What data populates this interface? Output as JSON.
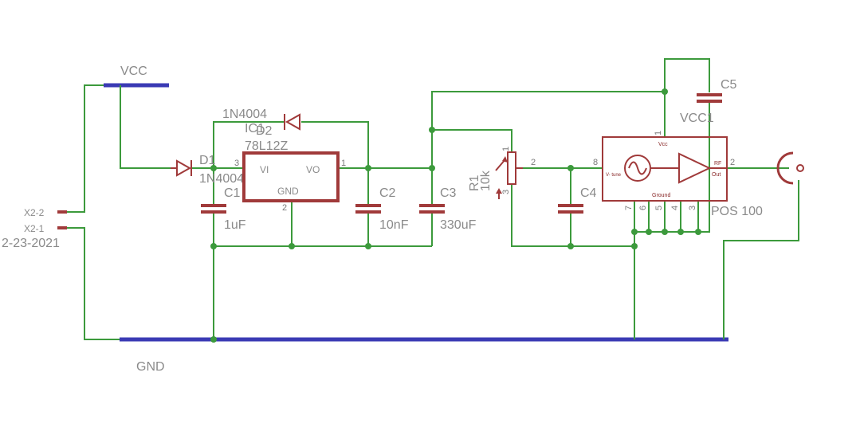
{
  "nets": {
    "vcc": "VCC",
    "gnd": "GND",
    "vcc1": "VCC1"
  },
  "connector": {
    "pin2": "X2-2",
    "pin1": "X2-1",
    "date": "2-23-2021"
  },
  "d1": {
    "name": "D1",
    "value": "1N4004"
  },
  "d2": {
    "name": "D2",
    "value": "1N4004"
  },
  "ic1": {
    "name": "IC1",
    "value": "78L12Z",
    "pin_vi": "VI",
    "pin_vo": "VO",
    "pin_gnd": "GND",
    "pin1": "1",
    "pin2": "2",
    "pin3": "3"
  },
  "c1": {
    "name": "C1",
    "value": "1uF"
  },
  "c2": {
    "name": "C2",
    "value": "10nF"
  },
  "c3": {
    "name": "C3",
    "value": "330uF"
  },
  "c4": {
    "name": "C4"
  },
  "c5": {
    "name": "C5"
  },
  "r1": {
    "name": "R1",
    "value": "10k",
    "pin1": "1",
    "pin2": "2",
    "pin3": "3"
  },
  "vco": {
    "value": "POS 100",
    "vcc_label": "Vcc",
    "ground_label": "Ground",
    "vtune_label": "V-\ntune",
    "rf_label": "RF",
    "out_label": "Out",
    "pin1": "1",
    "pin2": "2",
    "pin3": "3",
    "pin4": "4",
    "pin5": "5",
    "pin6": "6",
    "pin7": "7",
    "pin8": "8"
  },
  "colors": {
    "wire": "#3c9a3c",
    "bus": "#3a3ab4",
    "part": "#a03a3a",
    "label": "#8a8a8a"
  }
}
